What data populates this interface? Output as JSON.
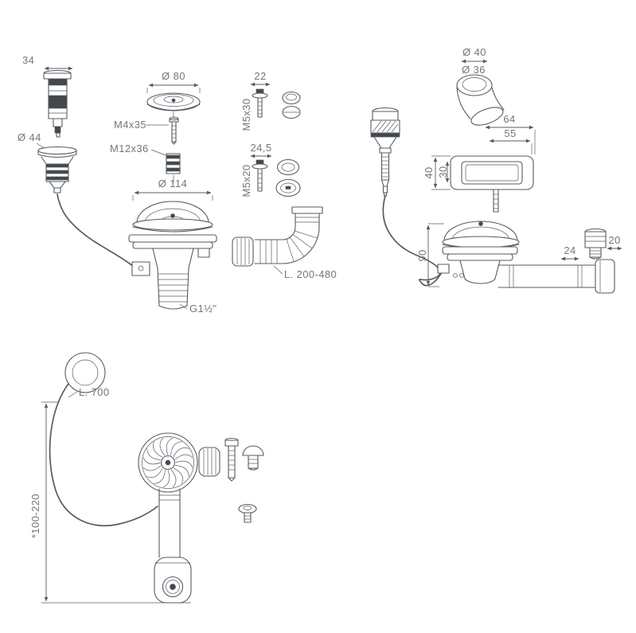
{
  "colors": {
    "line": "#565c63",
    "dark": "#43484d",
    "text": "#71787e",
    "background": "#ffffff"
  },
  "assemblies": {
    "basket_strainer_kit": {
      "knob_width": "34",
      "flange_diameter": "Ø 44",
      "cap_diameter": "Ø 80",
      "screw": "M4x35",
      "stud": "M12x36",
      "basket_diameter": "Ø 114",
      "outlet_thread": "G1½\""
    },
    "overflow_screw_set": {
      "washer_width_top": "22",
      "screw_long": "M5x30",
      "washer_width_bottom": "24,5",
      "screw_short": "M5x20"
    },
    "flexible_hose": {
      "length_range": "L. 200-480"
    },
    "rectangular_overflow_kit": {
      "elbow_outer_diameter": "Ø 40",
      "elbow_inner_diameter": "Ø 36",
      "cover_outer_width": "64",
      "cover_inner_width": "55",
      "cover_outer_height": "40",
      "cover_inner_height": "30",
      "body_height": "90",
      "plug_width": "24",
      "plug_cap_width": "20"
    },
    "remote_control_kit": {
      "cable_length": "L. 700",
      "height_range": "*100-220"
    }
  }
}
